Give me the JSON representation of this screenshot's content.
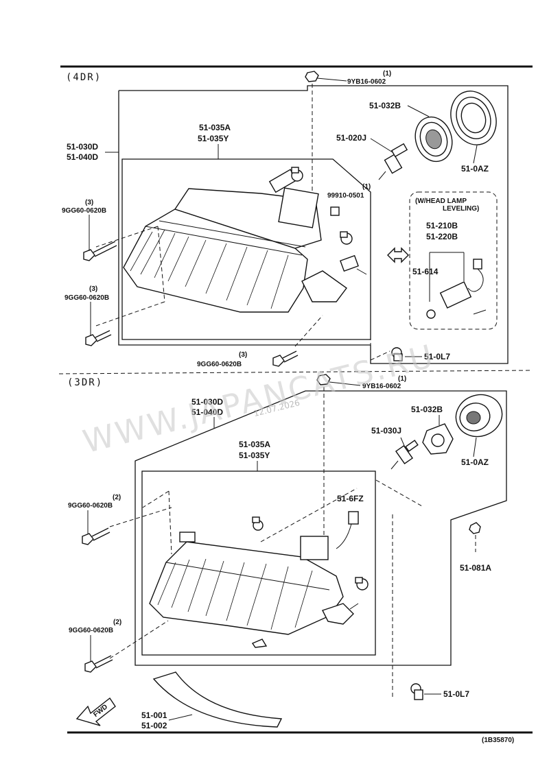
{
  "sections": {
    "four_door": "(4DR)",
    "three_door": "(3DR)"
  },
  "inset": {
    "title_line1": "(W/HEAD LAMP",
    "title_line2": "LEVELING)"
  },
  "labels_4dr": {
    "nut_qty": "(1)",
    "nut": "9YB16-0602",
    "cover": "51-032B",
    "cap": "51-0AZ",
    "bulb": "51-020J",
    "assy_a": "51-035A",
    "assy_b": "51-035Y",
    "outer_a": "51-030D",
    "outer_b": "51-040D",
    "clip_qty": "(1)",
    "clip": "99910-0501",
    "bolt1_qty": "(3)",
    "bolt1": "9GG60-0620B",
    "bolt2_qty": "(3)",
    "bolt2": "9GG60-0620B",
    "bolt3_qty": "(3)",
    "bolt3": "9GG60-0620B",
    "lev_a": "51-210B",
    "lev_b": "51-220B",
    "lev_motor": "51-614",
    "socket": "51-0L7"
  },
  "labels_3dr": {
    "nut_qty": "(1)",
    "nut": "9YB16-0602",
    "outer_a": "51-030D",
    "outer_b": "51-040D",
    "cover": "51-032B",
    "bulb": "51-030J",
    "cap": "51-0AZ",
    "assy_a": "51-035A",
    "assy_b": "51-035Y",
    "connector": "51-6FZ",
    "bolt1_qty": "(2)",
    "bolt1": "9GG60-0620B",
    "bolt2_qty": "(2)",
    "bolt2": "9GG60-0620B",
    "grommet": "51-081A",
    "socket": "51-0L7",
    "trim_a": "51-001",
    "trim_b": "51-002",
    "fwd": "FWD"
  },
  "diagram_code": "(1B35870)",
  "watermark": "WWW.JAPANCATS.RU",
  "watermark_date": "12.07.2026"
}
